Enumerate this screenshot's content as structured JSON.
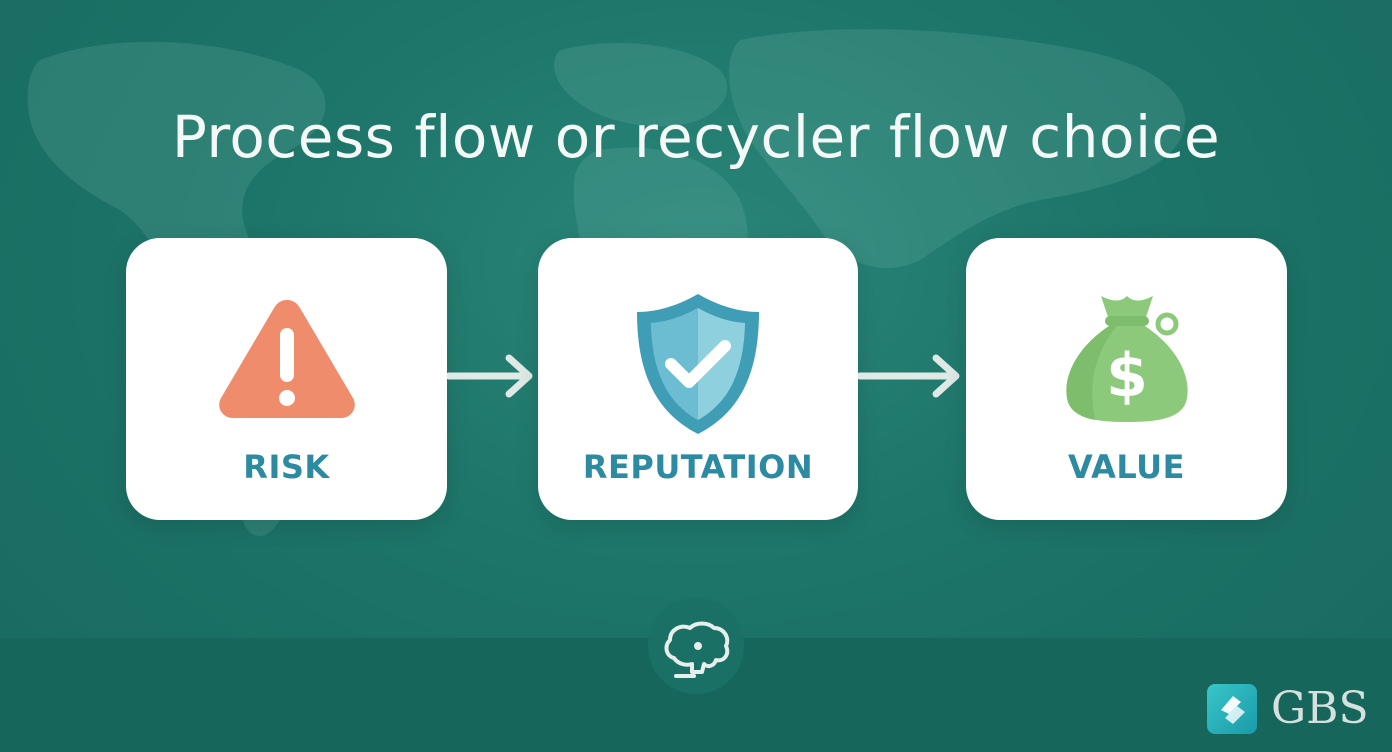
{
  "title": "Process flow or recycler flow choice",
  "steps": [
    {
      "label": "RISK",
      "icon": "warning-triangle-icon",
      "color": "#ef8c6c"
    },
    {
      "label": "REPUTATION",
      "icon": "shield-check-icon",
      "color": "#5fb3c9"
    },
    {
      "label": "VALUE",
      "icon": "money-bag-icon",
      "color": "#8cc97b"
    }
  ],
  "connectors": [
    "arrow-right-icon",
    "arrow-right-icon"
  ],
  "footer_icon": "brain-idea-icon",
  "logo": {
    "text": "GBS",
    "mark": "gbs-logo-icon"
  },
  "colors": {
    "background": "#1d7468",
    "card": "#ffffff",
    "label": "#2c8aa1",
    "arrow": "#dfe9e6",
    "title": "#f4f8f6"
  }
}
